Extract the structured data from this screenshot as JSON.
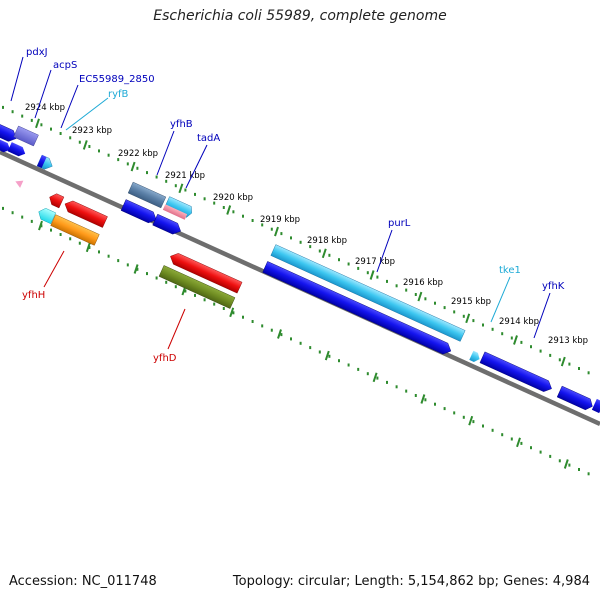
{
  "title": "Escherichia coli 55989, complete genome",
  "footer": {
    "accession": "Accession: NC_011748",
    "summary": "Topology: circular; Length: 5,154,862 bp; Genes: 4,984"
  },
  "colors": {
    "backbone": "#8a8a8a",
    "tick": "#2e8b2e",
    "label_blue": "#0000bb",
    "label_cyan": "#1eaad6",
    "label_red": "#cc0000"
  },
  "kbp_labels": [
    "2924 kbp",
    "2923 kbp",
    "2922 kbp",
    "2921 kbp",
    "2920 kbp",
    "2919 kbp",
    "2918 kbp",
    "2917 kbp",
    "2916 kbp",
    "2915 kbp",
    "2914 kbp",
    "2913 kbp"
  ],
  "genes": [
    {
      "label": "pdxJ",
      "color": "blue"
    },
    {
      "label": "acpS",
      "color": "blue"
    },
    {
      "label": "EC55989_2850",
      "color": "blue"
    },
    {
      "label": "ryfB",
      "color": "cyan"
    },
    {
      "label": "yfhB",
      "color": "blue"
    },
    {
      "label": "tadA",
      "color": "blue"
    },
    {
      "label": "purL",
      "color": "blue"
    },
    {
      "label": "tke1",
      "color": "cyan"
    },
    {
      "label": "yfhK",
      "color": "blue"
    },
    {
      "label": "yfhH",
      "color": "red"
    },
    {
      "label": "yfhD",
      "color": "red"
    }
  ]
}
